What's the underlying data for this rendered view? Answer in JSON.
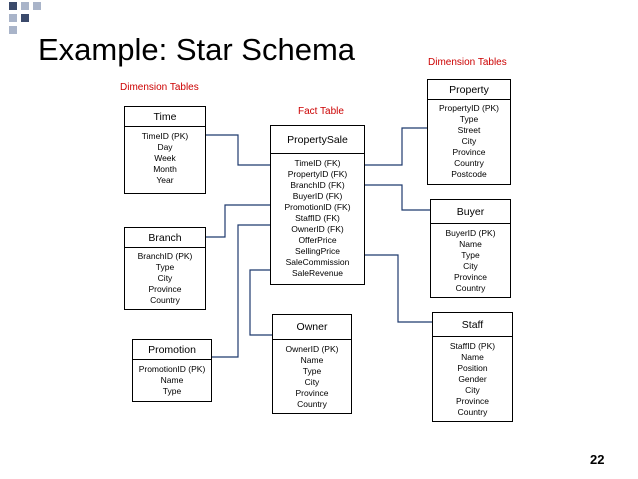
{
  "slide": {
    "title": "Example: Star Schema",
    "page_number": "22"
  },
  "labels": {
    "dimension_left": "Dimension Tables",
    "dimension_right": "Dimension Tables",
    "fact": "Fact Table"
  },
  "colors": {
    "label_red": "#cc0000",
    "connector_blue": "#1f3a6e",
    "deco_dark": "#3b4a6b",
    "deco_light": "#a9b4c9"
  },
  "tables": {
    "time": {
      "name": "Time",
      "fields": [
        "TimeID (PK)",
        "Day",
        "Week",
        "Month",
        "Year"
      ]
    },
    "branch": {
      "name": "Branch",
      "fields": [
        "BranchID (PK)",
        "Type",
        "City",
        "Province",
        "Country"
      ]
    },
    "promotion": {
      "name": "Promotion",
      "fields": [
        "PromotionID (PK)",
        "Name",
        "Type"
      ]
    },
    "propertysale": {
      "name": "PropertySale",
      "fields": [
        "TimeID (FK)",
        "PropertyID (FK)",
        "BranchID (FK)",
        "BuyerID (FK)",
        "PromotionID (FK)",
        "StaffID (FK)",
        "OwnerID (FK)",
        "OfferPrice",
        "SellingPrice",
        "SaleCommission",
        "SaleRevenue"
      ]
    },
    "owner": {
      "name": "Owner",
      "fields": [
        "OwnerID (PK)",
        "Name",
        "Type",
        "City",
        "Province",
        "Country"
      ]
    },
    "property": {
      "name": "Property",
      "fields": [
        "PropertyID (PK)",
        "Type",
        "Street",
        "City",
        "Province",
        "Country",
        "Postcode"
      ]
    },
    "buyer": {
      "name": "Buyer",
      "fields": [
        "BuyerID (PK)",
        "Name",
        "Type",
        "City",
        "Province",
        "Country"
      ]
    },
    "staff": {
      "name": "Staff",
      "fields": [
        "StaffID (PK)",
        "Name",
        "Position",
        "Gender",
        "City",
        "Province",
        "Country"
      ]
    }
  }
}
